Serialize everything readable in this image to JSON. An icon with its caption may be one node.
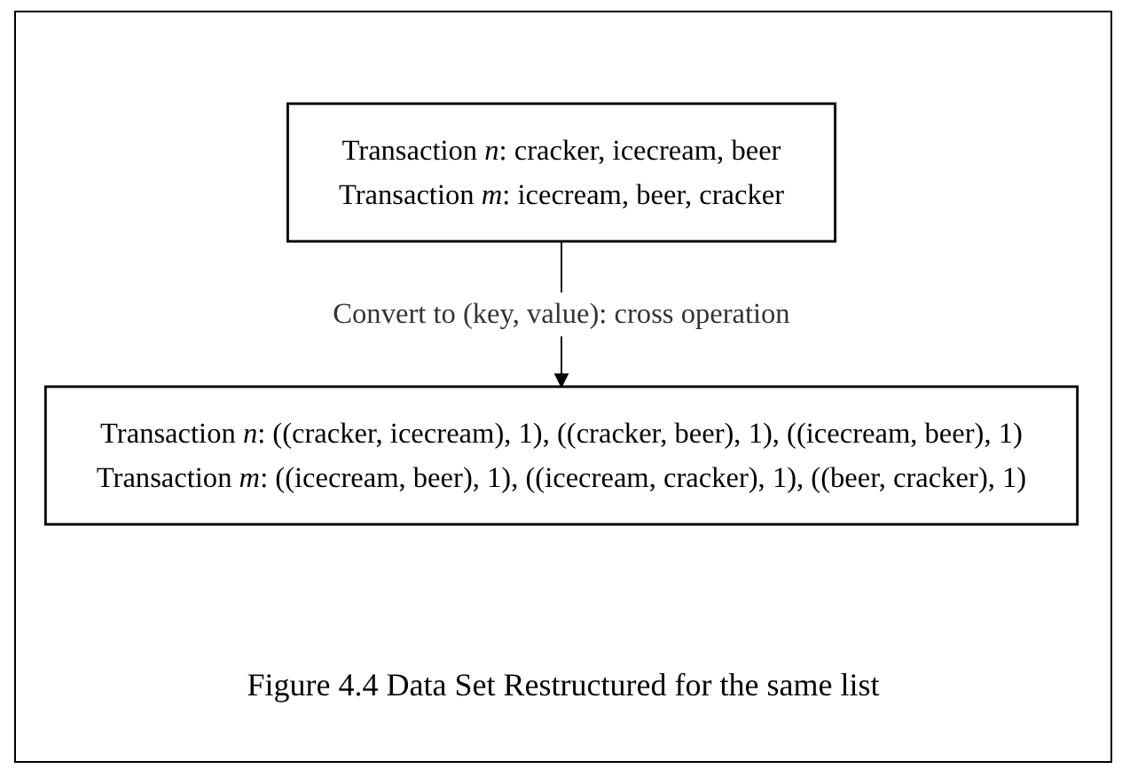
{
  "diagram": {
    "caption": "Figure 4.4 Data Set Restructured for the same list",
    "nodes": [
      {
        "text": [
          "Transaction *n*: cracker, icecream, beer",
          "Transaction *m*: icecream, beer, cracker"
        ]
      },
      {
        "text": [
          "Transaction *n*: ((cracker, icecream), 1), ((cracker, beer), 1), ((icecream, beer), 1)",
          "Transaction *m*: ((icecream, beer), 1), ((icecream, cracker), 1), ((beer, cracker), 1)"
        ]
      }
    ],
    "edges": [
      {
        "from": 0,
        "to": 1,
        "arrow": "to",
        "label": "Convert to (key, value): cross operation"
      }
    ]
  }
}
